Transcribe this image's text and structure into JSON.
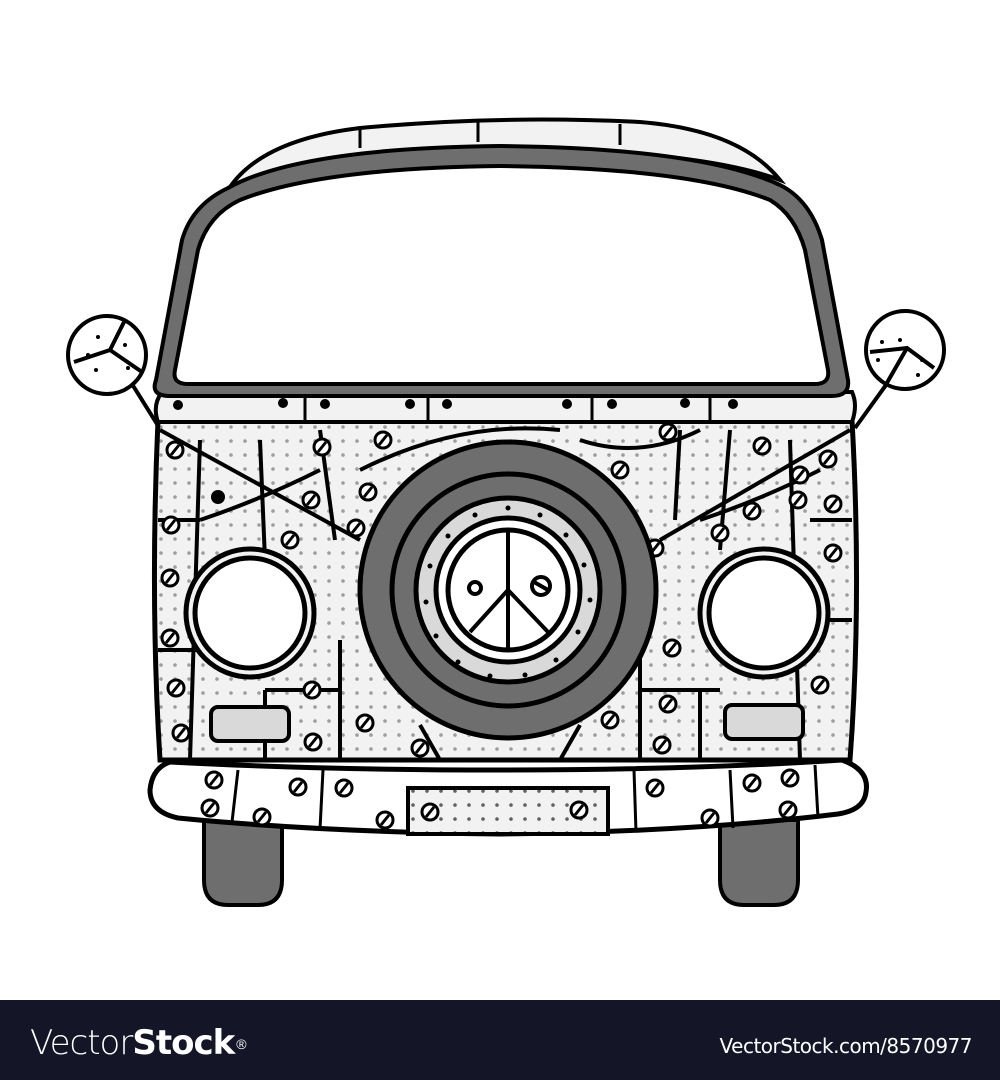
{
  "illustration": {
    "subject": "Hippie vintage mini van, front view, doodle coloring style",
    "elements": [
      "roof",
      "windshield",
      "side-mirror-left",
      "side-mirror-right",
      "spare-tire",
      "peace-sign",
      "headlight-left",
      "headlight-right",
      "turn-signal-left",
      "turn-signal-right",
      "bumper",
      "license-plate",
      "wheel-left",
      "wheel-right"
    ],
    "colors": {
      "outline": "#000000",
      "body_fill": "#f2f2f2",
      "dark_gray": "#6e6e6e",
      "light_gray": "#d9d9d9",
      "background": "#ffffff"
    }
  },
  "footer": {
    "brand_light": "Vector",
    "brand_bold": "Stock",
    "brand_mark": "®",
    "reference": "VectorStock.com/8570977",
    "background": "#141628"
  }
}
